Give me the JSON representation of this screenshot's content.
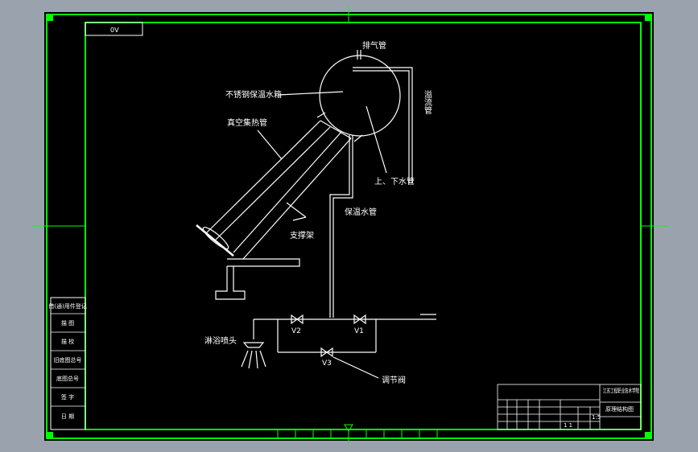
{
  "colors": {
    "surround": "#9aa3ad",
    "canvas": "#000000",
    "frame": "#00ff00",
    "line": "#ffffff",
    "label": "#ffffff"
  },
  "header_box": "0V",
  "labels": {
    "vent_pipe": "排气管",
    "tank": "不锈钢保温水箱",
    "vacuum_tube": "真空集热管",
    "overflow": "溢流管",
    "updown_pipe": "上、下水管",
    "insulated_pipe": "保温水管",
    "bracket": "支撑架",
    "shower": "淋浴喷头",
    "control_valve": "调节阀"
  },
  "valves": [
    "V2",
    "V1",
    "V3"
  ],
  "left_strip": [
    "借(通)用件登记",
    "描 图",
    "描 校",
    "旧底图总号",
    "底图总号",
    "签 字",
    "日 期"
  ],
  "title_block": {
    "school": "江苏工程职业技术学院",
    "drawing_name": "原理结构图",
    "scale": "1:5",
    "sheet": "1  1"
  }
}
